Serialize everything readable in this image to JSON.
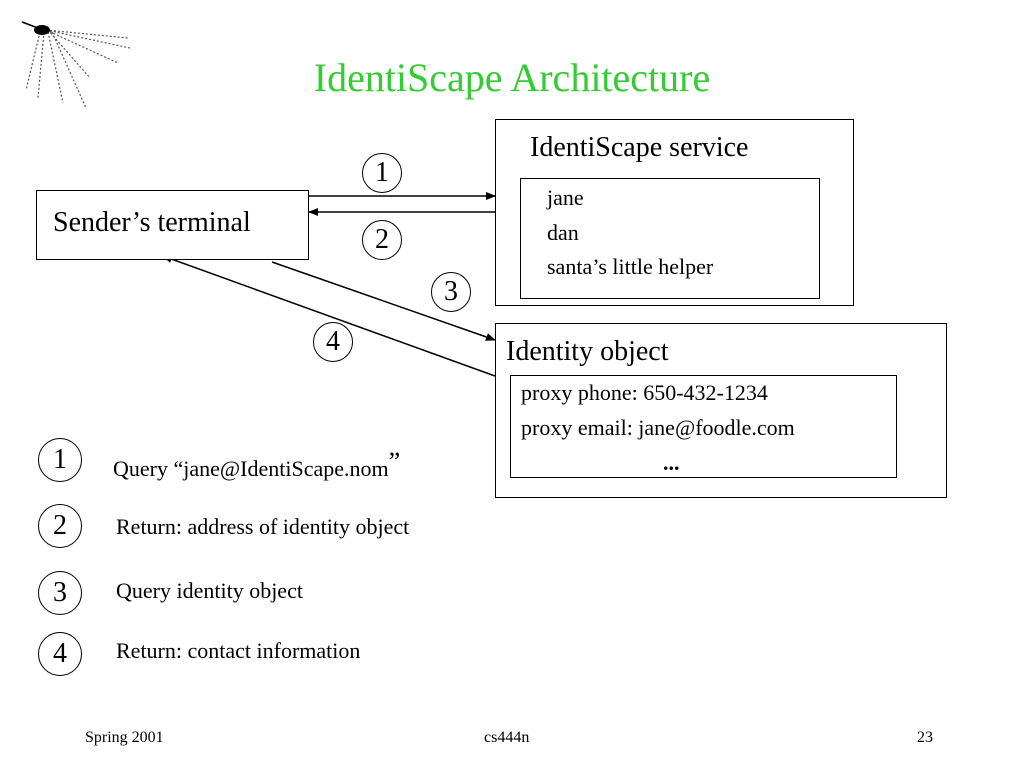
{
  "slide": {
    "title": "IdentiScape Architecture"
  },
  "diagram": {
    "sender_terminal": "Sender’s terminal",
    "service": {
      "title": "IdentiScape service",
      "entries": [
        "jane",
        "dan",
        "santa’s little helper"
      ]
    },
    "identity_object": {
      "title": "Identity object",
      "lines": [
        "proxy phone: 650-432-1234",
        "proxy email: jane@foodle.com"
      ],
      "ellipsis": "..."
    },
    "step_markers": [
      "1",
      "2",
      "3",
      "4"
    ]
  },
  "legend": [
    {
      "number": "1",
      "text": "Query “jane@IdentiScape.nom",
      "suffix": "”"
    },
    {
      "number": "2",
      "text": "Return: address of identity object"
    },
    {
      "number": "3",
      "text": "Query identity object"
    },
    {
      "number": "4",
      "text": "Return: contact information"
    }
  ],
  "footer": {
    "left": "Spring 2001",
    "center": "cs444n",
    "right": "23"
  },
  "logo": {
    "icon": "mosquito-icon"
  }
}
